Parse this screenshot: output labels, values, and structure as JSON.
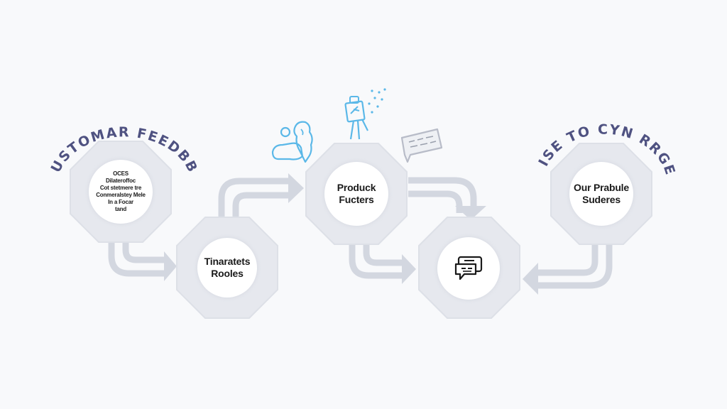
{
  "diagram": {
    "type": "process-flow",
    "colors": {
      "background": "#f8f9fb",
      "node_fill": "#e6e8ee",
      "node_center": "#ffffff",
      "connector": "#cfd3dd",
      "title_text": "#4f5281",
      "icon_accent": "#5bb8e8",
      "label_text": "#1a1a1a"
    },
    "titles": {
      "left": "CUSTOMAR FEEDBBE",
      "right": "LISE TO CYN RRGE"
    },
    "nodes": [
      {
        "id": "node-1",
        "lines": [
          "OCES",
          "Dilateroffoc",
          "Cot stetmere tre",
          "Conmeralstey Mele",
          "In a Focar",
          "tand"
        ]
      },
      {
        "id": "node-2",
        "lines": [
          "Tinaratets",
          "Rooles"
        ]
      },
      {
        "id": "node-3",
        "lines": [
          "Produck",
          "Fucters"
        ]
      },
      {
        "id": "node-4",
        "icon": "chat-bubbles-icon"
      },
      {
        "id": "node-5",
        "lines": [
          "Our Prabule",
          "Suderes"
        ]
      }
    ],
    "connectors": [
      {
        "from": "node-1",
        "to": "node-2",
        "shape": "down-right"
      },
      {
        "from": "node-2",
        "to": "node-3",
        "shape": "up-right"
      },
      {
        "from": "node-3",
        "to": "node-4",
        "shape": "right-down"
      },
      {
        "from": "node-3",
        "to": "node-4",
        "shape": "down-right"
      },
      {
        "from": "node-5",
        "to": "node-4",
        "shape": "down-left"
      }
    ],
    "decorative_icons": [
      "person-with-map-icon",
      "easel-with-sparkles-icon",
      "speech-bubble-icon"
    ]
  }
}
